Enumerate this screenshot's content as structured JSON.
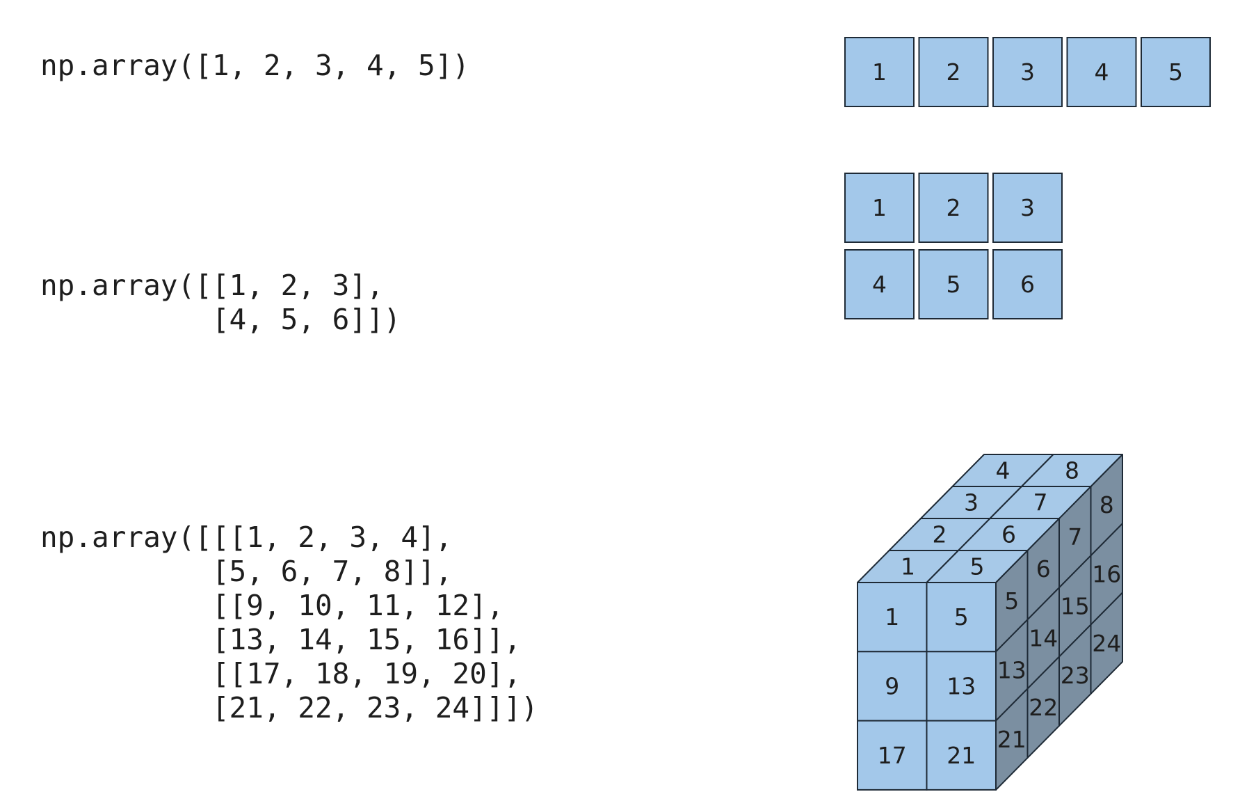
{
  "code_1d": [
    "np.array([1, 2, 3, 4, 5])"
  ],
  "code_2d": [
    "np.array([[1, 2, 3],",
    "          [4, 5, 6]])"
  ],
  "code_3d": [
    "np.array([[[1, 2, 3, 4],",
    "          [5, 6, 7, 8]],",
    "          [[9, 10, 11, 12],",
    "          [13, 14, 15, 16]],",
    "          [[17, 18, 19, 20],",
    "          [21, 22, 23, 24]]])"
  ],
  "array_1d": [
    "1",
    "2",
    "3",
    "4",
    "5"
  ],
  "array_2d": [
    [
      "1",
      "2",
      "3"
    ],
    [
      "4",
      "5",
      "6"
    ]
  ],
  "array_3d": {
    "front": [
      [
        "1",
        "5"
      ],
      [
        "9",
        "13"
      ],
      [
        "17",
        "21"
      ]
    ],
    "top": [
      [
        "4",
        "8"
      ],
      [
        "3",
        "7"
      ],
      [
        "2",
        "6"
      ],
      [
        "1",
        "5"
      ]
    ],
    "side": [
      [
        "8",
        "7",
        "6",
        "5"
      ],
      [
        "16",
        "15",
        "14",
        "13"
      ],
      [
        "24",
        "23",
        "22",
        "21"
      ]
    ]
  },
  "colors": {
    "cell_fill": "#a3c8ea",
    "top_fill": "#a7c9e8",
    "side_fill": "#7b8fa1",
    "stroke": "#1e2a36",
    "text": "#1e1e1e"
  }
}
